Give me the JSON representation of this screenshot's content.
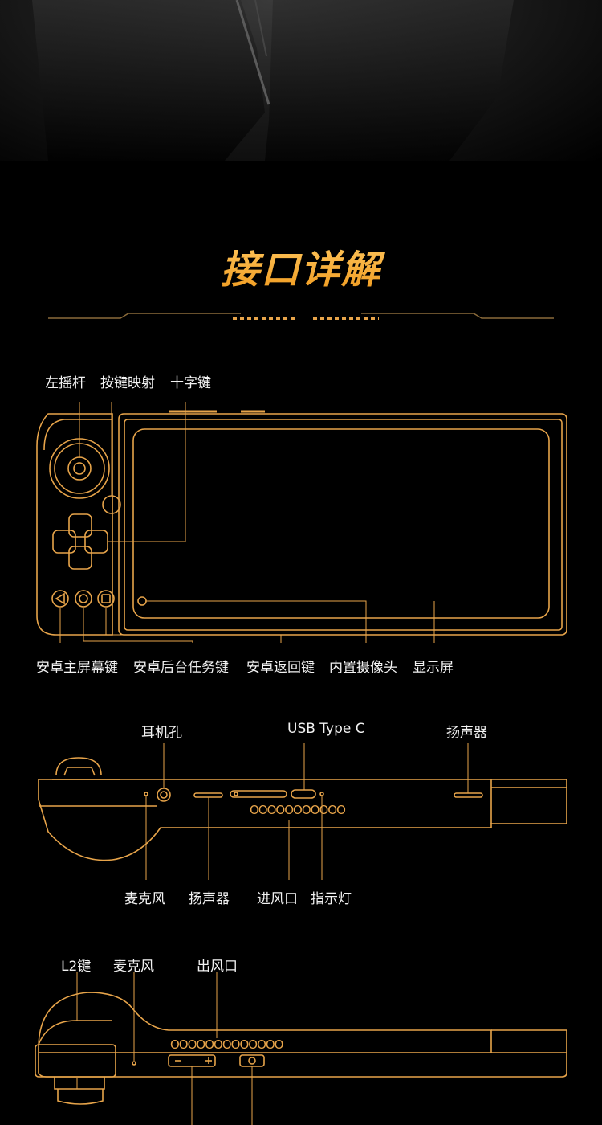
{
  "section_title": "接口详解",
  "colors": {
    "accent": "#e7a44a",
    "background": "#000000",
    "text": "#f2f2f2"
  },
  "front_view": {
    "top_labels": [
      "左摇杆",
      "按键映射",
      "十字键"
    ],
    "bottom_labels": [
      "安卓主屏幕键",
      "安卓后台任务键",
      "安卓返回键",
      "内置摄像头",
      "显示屏"
    ]
  },
  "top_view": {
    "top_labels": [
      "耳机孔",
      "USB Type C",
      "扬声器"
    ],
    "bottom_labels": [
      "麦克风",
      "扬声器",
      "进风口",
      "指示灯"
    ],
    "vent_text": "OOOOOOOOOOO"
  },
  "side_view": {
    "top_labels": [
      "L2键",
      "麦克风",
      "出风口"
    ],
    "vent_text": "OOOOOOOOOOOOO"
  }
}
